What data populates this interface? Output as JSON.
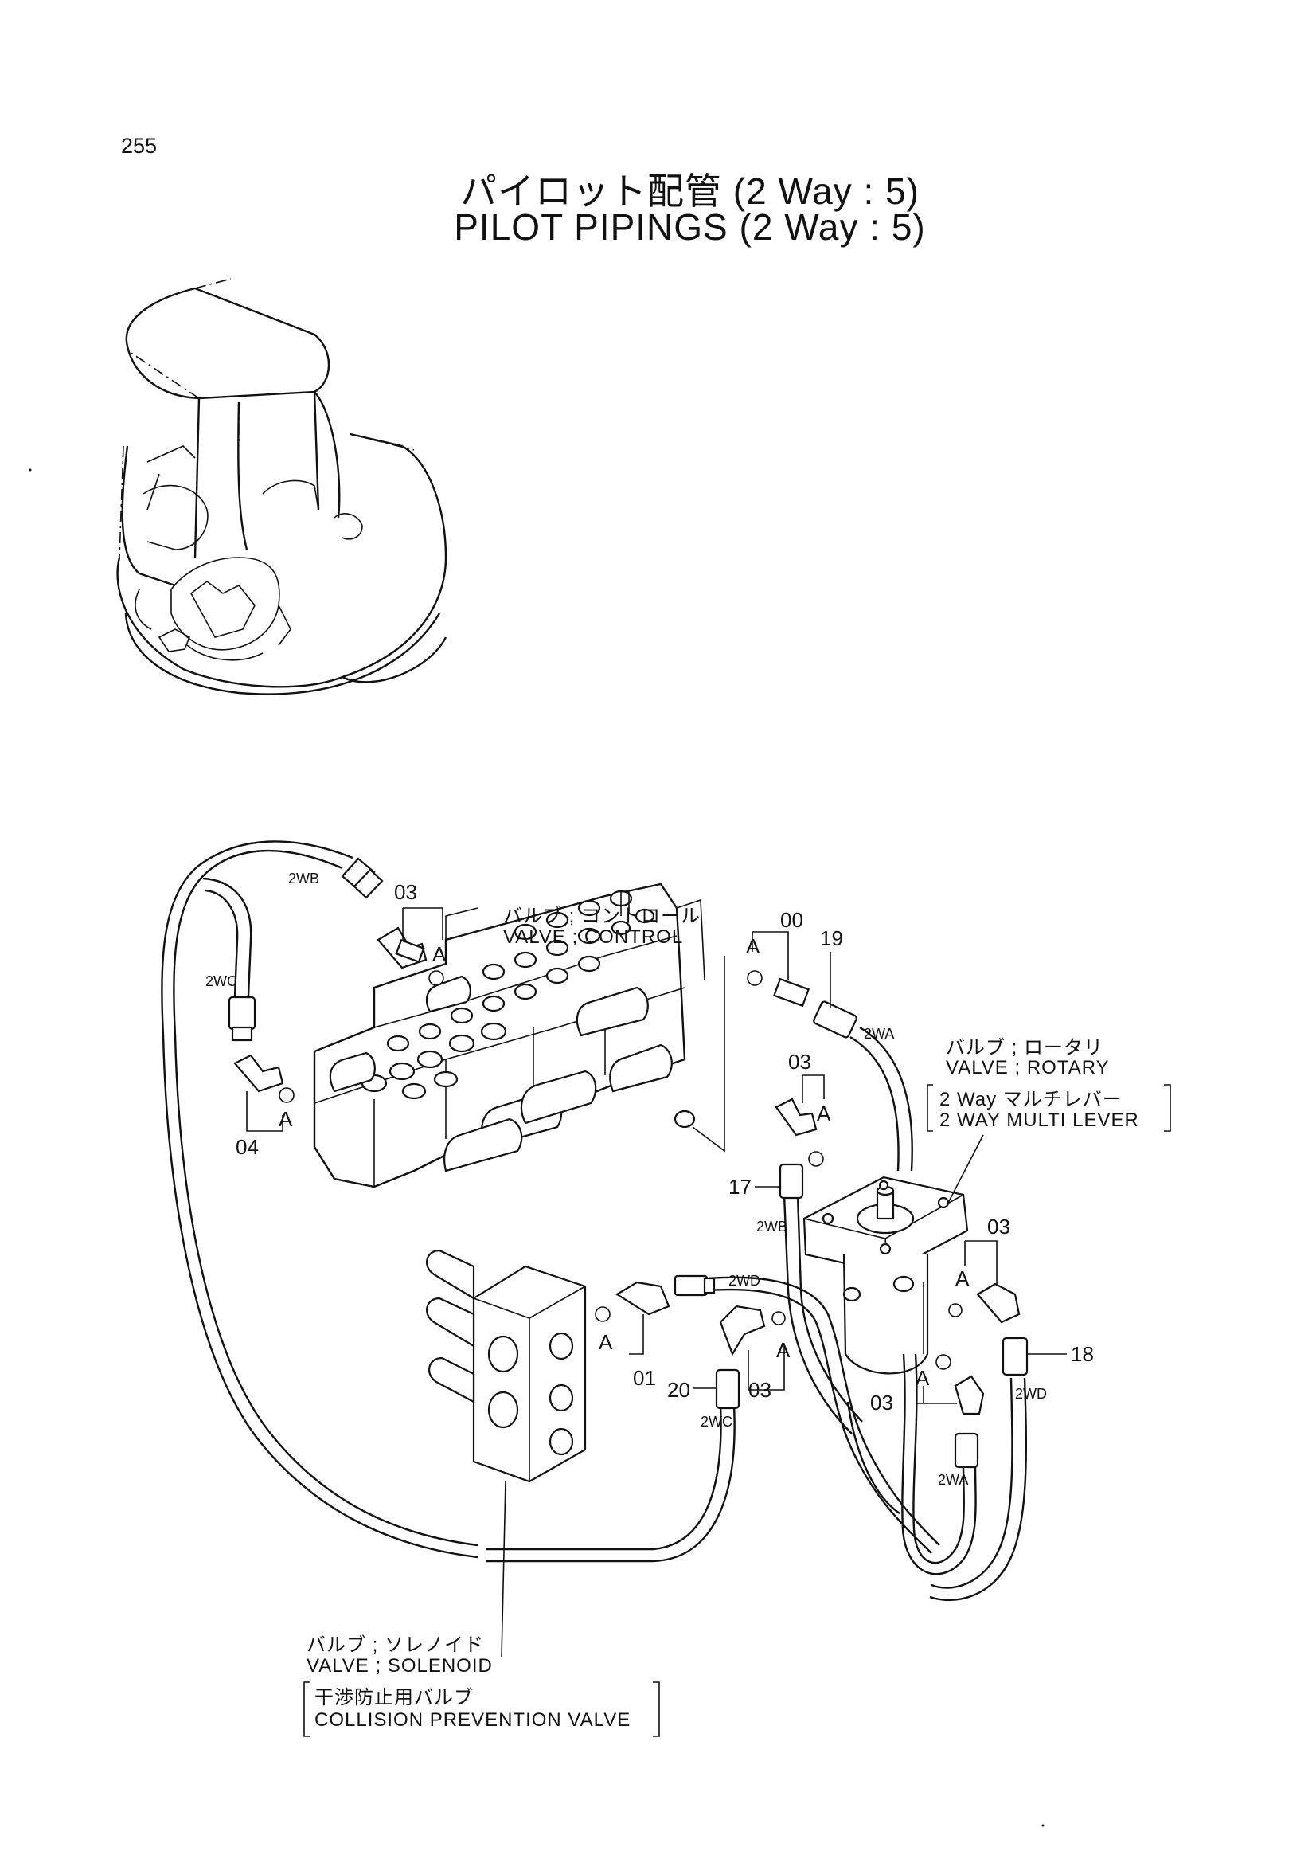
{
  "page_number": "255",
  "title_jp": "パイロット配管 (2 Way : 5)",
  "title_en": "PILOT PIPINGS (2 Way : 5)",
  "labels": {
    "control_valve": {
      "jp": "バルブ ; コントロール",
      "en": "VALVE ; CONTROL"
    },
    "rotary_valve": {
      "jp": "バルブ ; ロータリ",
      "en": "VALVE ; ROTARY",
      "note_jp": "2 Way マルチレバー",
      "note_en": "2 WAY MULTI LEVER"
    },
    "solenoid_valve": {
      "jp": "バルブ ; ソレノイド",
      "en": "VALVE ; SOLENOID",
      "note_jp": "干渉防止用バルブ",
      "note_en": "COLLISION PREVENTION VALVE"
    }
  },
  "callouts": [
    {
      "id": "c03a",
      "text": "03"
    },
    {
      "id": "c00",
      "text": "00"
    },
    {
      "id": "c19",
      "text": "19"
    },
    {
      "id": "c03b",
      "text": "03"
    },
    {
      "id": "c04",
      "text": "04"
    },
    {
      "id": "c17",
      "text": "17"
    },
    {
      "id": "c03c",
      "text": "03"
    },
    {
      "id": "c01",
      "text": "01"
    },
    {
      "id": "c03d",
      "text": "03"
    },
    {
      "id": "c20",
      "text": "20"
    },
    {
      "id": "c18",
      "text": "18"
    },
    {
      "id": "c03e",
      "text": "03"
    }
  ],
  "fitting_marks": [
    {
      "id": "a1",
      "text": "A"
    },
    {
      "id": "a2",
      "text": "A"
    },
    {
      "id": "a3",
      "text": "A"
    },
    {
      "id": "a4",
      "text": "A"
    },
    {
      "id": "a5",
      "text": "A"
    },
    {
      "id": "a6",
      "text": "A"
    },
    {
      "id": "a7",
      "text": "A"
    },
    {
      "id": "a8",
      "text": "A"
    }
  ],
  "hose_codes": [
    {
      "id": "h1",
      "text": "2WB"
    },
    {
      "id": "h2",
      "text": "2WC"
    },
    {
      "id": "h3",
      "text": "2WA"
    },
    {
      "id": "h4",
      "text": "2WB"
    },
    {
      "id": "h5",
      "text": "2WD"
    },
    {
      "id": "h6",
      "text": "2WC"
    },
    {
      "id": "h7",
      "text": "2WD"
    },
    {
      "id": "h8",
      "text": "2WA"
    }
  ]
}
